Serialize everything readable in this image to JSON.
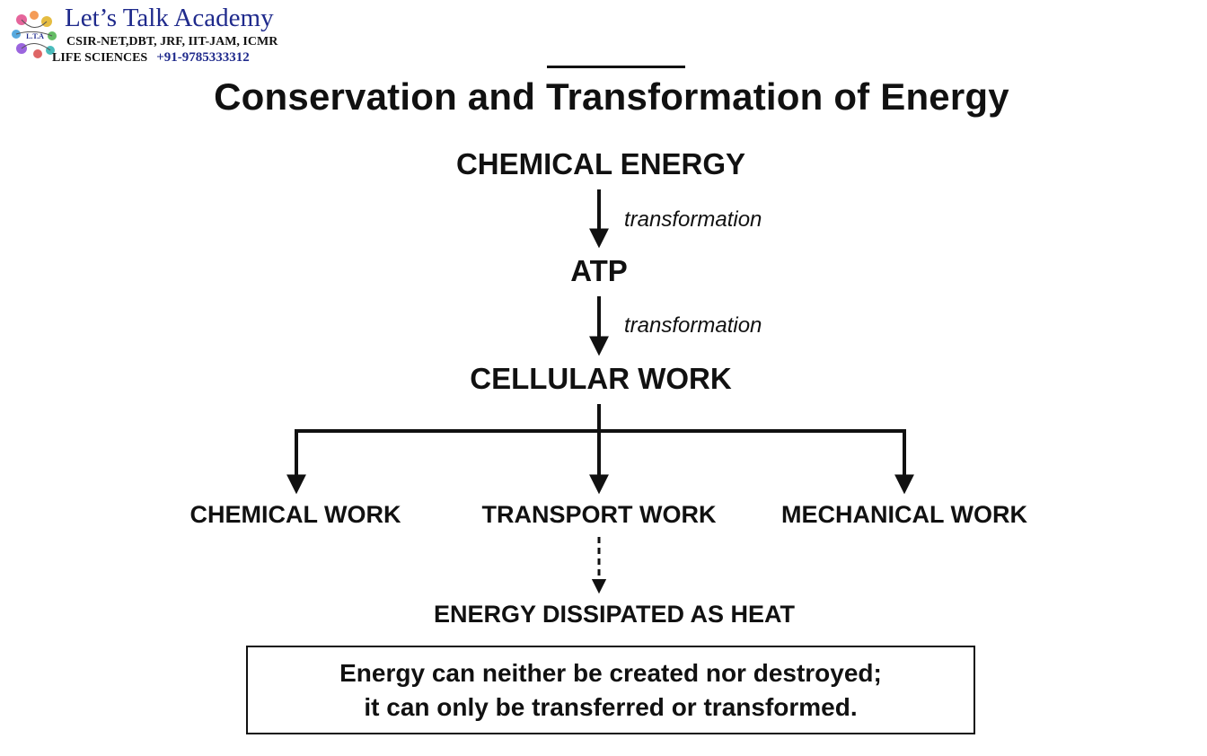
{
  "logo": {
    "title": "Let’s Talk Academy",
    "line1": "CSIR-NET,DBT, JRF, IIT-JAM, ICMR",
    "line2": "LIFE SCIENCES",
    "phone": "+91-9785333312",
    "mark_text": "L.T.A",
    "brand_color": "#1f2a8c"
  },
  "diagram": {
    "title": "Conservation and Transformation of Energy",
    "nodes": {
      "chemical_energy": "CHEMICAL ENERGY",
      "atp": "ATP",
      "cellular_work": "CELLULAR WORK",
      "chemical_work": "CHEMICAL WORK",
      "transport_work": "TRANSPORT WORK",
      "mechanical_work": "MECHANICAL WORK",
      "heat": "ENERGY DISSIPATED AS HEAT"
    },
    "edges": [
      {
        "from": "chemical_energy",
        "to": "atp",
        "label": "transformation",
        "style": "solid"
      },
      {
        "from": "atp",
        "to": "cellular_work",
        "label": "transformation",
        "style": "solid"
      },
      {
        "from": "cellular_work",
        "to": "chemical_work",
        "label": "",
        "style": "solid"
      },
      {
        "from": "cellular_work",
        "to": "transport_work",
        "label": "",
        "style": "solid"
      },
      {
        "from": "cellular_work",
        "to": "mechanical_work",
        "label": "",
        "style": "solid"
      },
      {
        "from": "transport_work",
        "to": "heat",
        "label": "",
        "style": "dashed"
      }
    ],
    "law": {
      "line1": "Energy can neither be created nor destroyed;",
      "line2": "it can only be transferred or transformed."
    }
  }
}
